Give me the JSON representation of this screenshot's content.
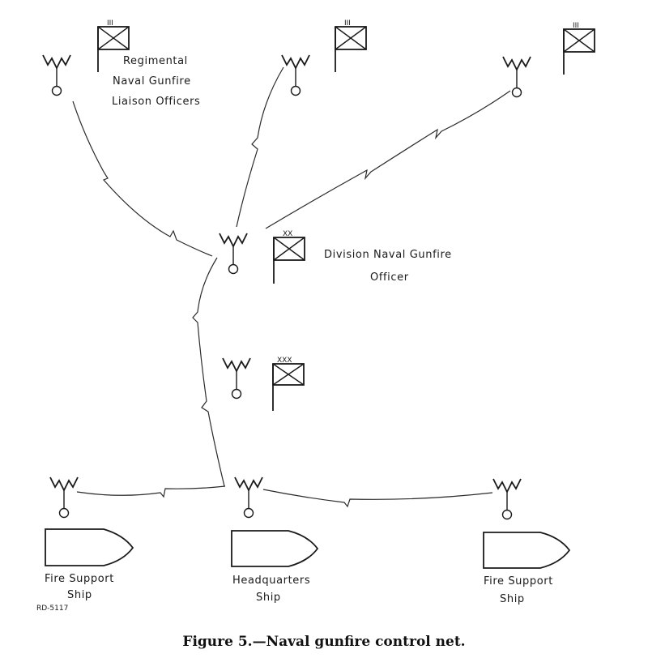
{
  "labels": {
    "regimental": [
      "Regimental",
      "Naval Gunfire",
      "Liaison Officers"
    ],
    "division": [
      "Division Naval Gunfire",
      "Officer"
    ],
    "ship_left": [
      "Fire Support",
      "Ship"
    ],
    "ship_center": [
      "Headquarters",
      "Ship"
    ],
    "ship_right": [
      "Fire Support",
      "Ship"
    ],
    "ref_code": "RD-5117"
  },
  "caption": "Figure 5.—Naval gunfire control net.",
  "echelon_marks": {
    "regiment": "III",
    "division": "XX",
    "corps": "XXX"
  }
}
